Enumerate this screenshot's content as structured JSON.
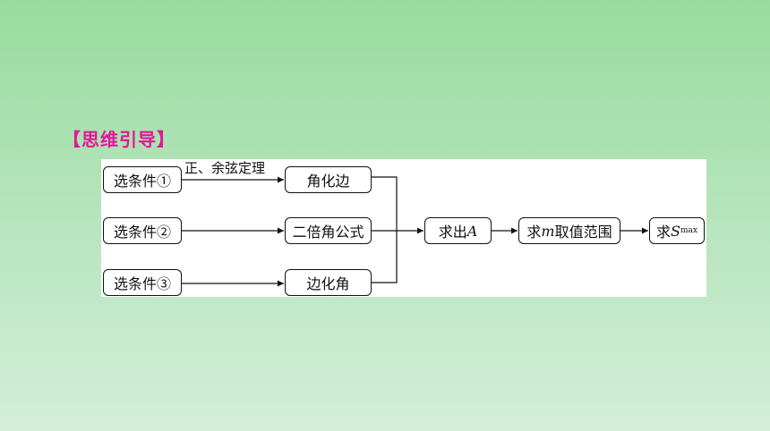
{
  "heading": "【思维引导】",
  "diagram": {
    "nodes": {
      "cond1": "选条件①",
      "cond2": "选条件②",
      "cond3": "选条件③",
      "angle_to_side": "角化边",
      "double_angle": "二倍角公式",
      "side_to_angle": "边化角",
      "find_A_prefix": "求出",
      "find_A_var": "A",
      "range_prefix": "求",
      "range_var": "m",
      "range_suffix": "取值范围",
      "smax_prefix": "求",
      "smax_var": "S",
      "smax_sub": "max"
    },
    "edge_labels": {
      "law": "正、余弦定理"
    }
  }
}
